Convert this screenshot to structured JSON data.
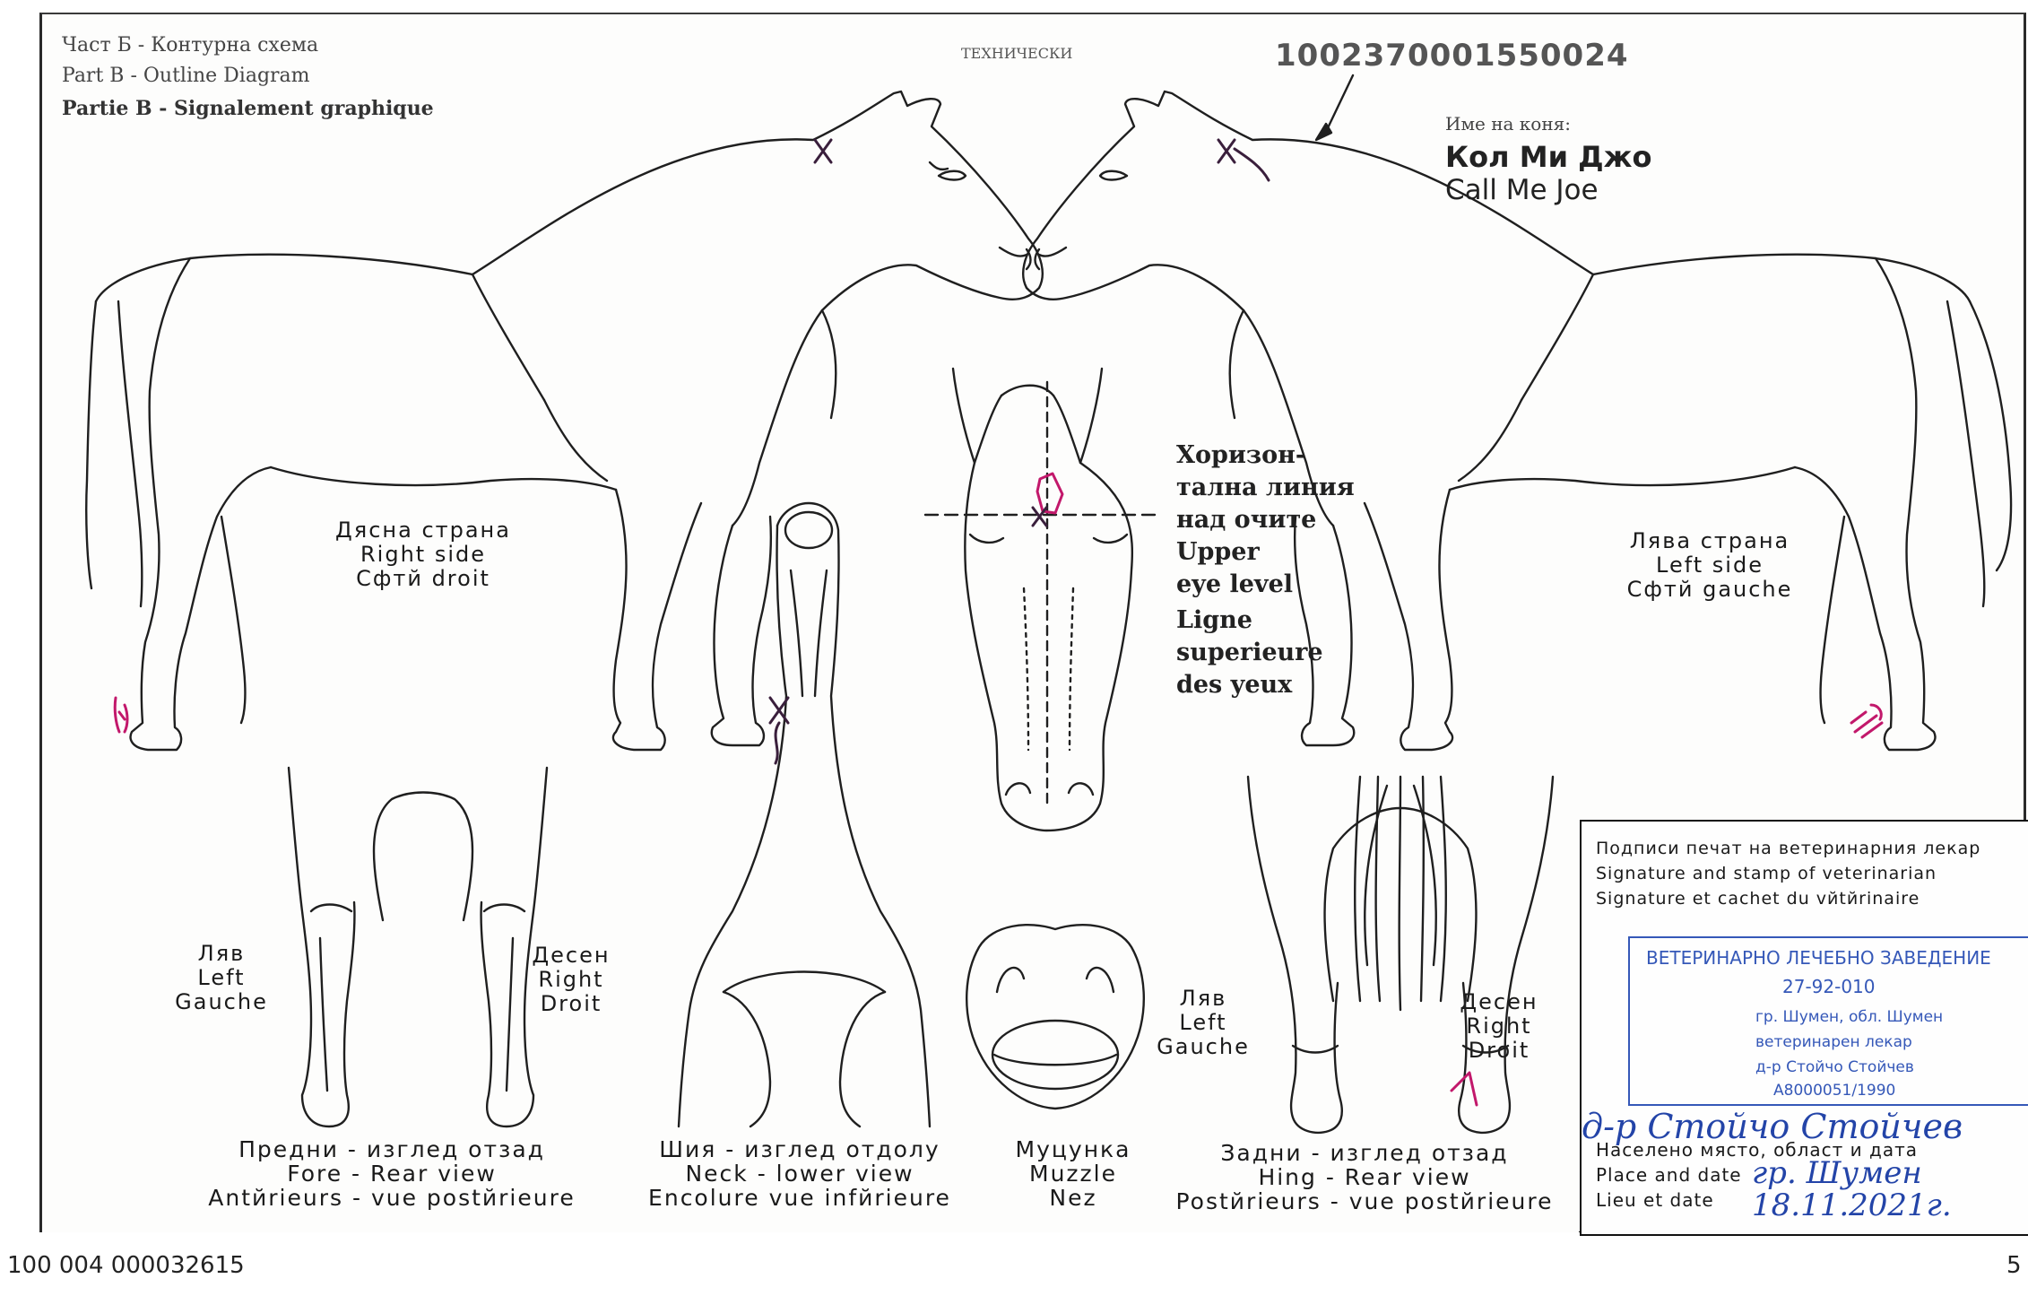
{
  "header": {
    "part_bg": "Част Б - Контурна схема",
    "part_en": "Part B - Outline Diagram",
    "part_fr": "Partie B - Signalement graphique",
    "small_center": "ТЕХНИЧЕСКИ",
    "ueln": "1002370001550024"
  },
  "horse_name": {
    "label": "Име на коня:",
    "name_bg": "Кол Ми Джо",
    "name_en": "Call Me Joe"
  },
  "right_side": {
    "bg": "Дясна страна",
    "en": "Right side",
    "fr": "Сфтй droit"
  },
  "left_side": {
    "bg": "Лява страна",
    "en": "Left side",
    "fr": "Сфтй gauche"
  },
  "eye_level": {
    "bg1": "Хоризон-",
    "bg2": "тална линия",
    "bg3": "над очите",
    "en1": "Upper",
    "en2": "eye level",
    "fr1": "Ligne",
    "fr2": "superieure",
    "fr3": "des yeux"
  },
  "fore_labels": {
    "left_bg": "Ляв",
    "left_en": "Left",
    "left_fr": "Gauche",
    "right_bg": "Десен",
    "right_en": "Right",
    "right_fr": "Droit"
  },
  "hind_labels": {
    "left_bg": "Ляв",
    "left_en": "Left",
    "left_fr": "Gauche",
    "right_bg": "Десен",
    "right_en": "Right",
    "right_fr": "Droit"
  },
  "captions": {
    "fore": {
      "bg": "Предни - изглед отзад",
      "en": "Fore - Rear view",
      "fr": "Antйrieurs - vue postйrieure"
    },
    "neck": {
      "bg": "Шия - изглед отдолу",
      "en": "Neck - lower view",
      "fr": "Encolure vue infйrieure"
    },
    "muzzle": {
      "bg": "Муцунка",
      "en": "Muzzle",
      "fr": "Nez"
    },
    "hind": {
      "bg": "Задни - изглед отзад",
      "en": "Hing - Rear view",
      "fr": "Postйrieurs - vue postйrieure"
    }
  },
  "signature": {
    "line_bg": "Подписи печат на ветеринарния лекар",
    "line_en": "Signature and stamp of veterinarian",
    "line_fr": "Signature et cachet du vйtйrinaire",
    "stamp_title": "ВЕТЕРИНАРНО ЛЕЧЕБНО ЗАВЕДЕНИЕ",
    "stamp_code": "27-92-010",
    "stamp_city": "гр. Шумен, обл. Шумен",
    "stamp_role": "ветеринарен лекар",
    "stamp_name": "д-р Стойчо Стойчев",
    "stamp_reg": "А8000051/1990",
    "handwritten_name": "д-р Стойчо Стойчев",
    "place_bg": "Населено място, област и дата",
    "place_en": "Place and date",
    "place_fr": "Lieu et date",
    "handwritten_place": "гр. Шумен",
    "handwritten_date": "18.11.2021г."
  },
  "footer": {
    "doc_number": "100 004 000032615",
    "page_number": "5"
  },
  "colors": {
    "ink": "#1a1a1a",
    "marking": "#c2186b",
    "stamp": "#3558b8"
  }
}
